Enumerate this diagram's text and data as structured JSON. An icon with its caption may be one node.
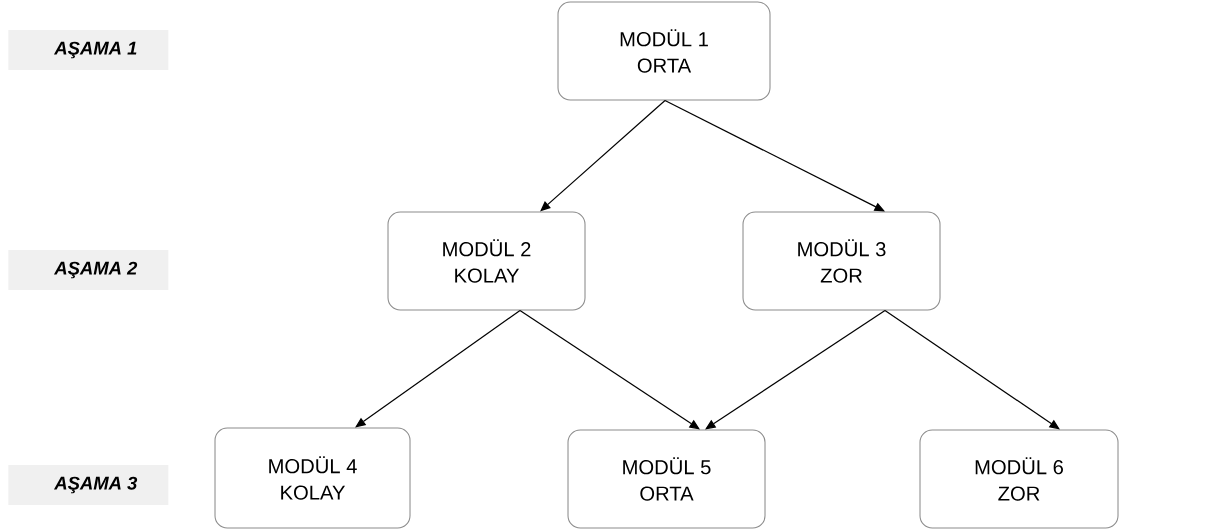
{
  "diagram": {
    "nodes": [
      {
        "text": [
          "MODÜL 1",
          "ORTA"
        ]
      },
      {
        "text": [
          "MODÜL 2",
          "KOLAY"
        ]
      },
      {
        "text": [
          "MODÜL 3",
          "ZOR"
        ]
      },
      {
        "text": [
          "MODÜL 4",
          "KOLAY"
        ]
      },
      {
        "text": [
          "MODÜL 5",
          "ORTA"
        ]
      },
      {
        "text": [
          "MODÜL 6",
          "ZOR"
        ]
      }
    ],
    "edges": [
      {
        "from": 0,
        "to": 1,
        "arrow": "to"
      },
      {
        "from": 0,
        "to": 2,
        "arrow": "to"
      },
      {
        "from": 1,
        "to": 3,
        "arrow": "to"
      },
      {
        "from": 1,
        "to": 4,
        "arrow": "to"
      },
      {
        "from": 2,
        "to": 4,
        "arrow": "to"
      },
      {
        "from": 2,
        "to": 5,
        "arrow": "to"
      }
    ],
    "labels": [
      "AŞAMA 1",
      "AŞAMA 2",
      "AŞAMA 3"
    ]
  }
}
